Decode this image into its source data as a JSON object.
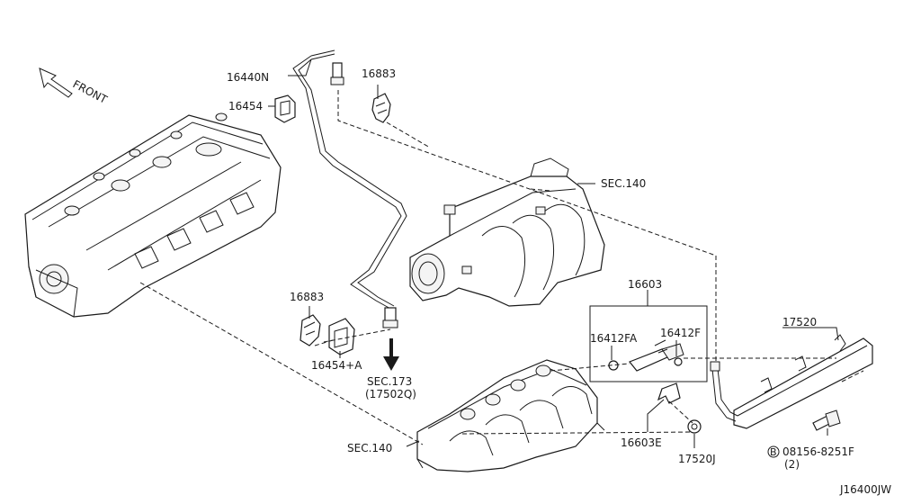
{
  "diagram": {
    "front_label": "FRONT",
    "drawing_code": "J16400JW",
    "parts": {
      "p16440n": "16440N",
      "p16454": "16454",
      "p16883_top": "16883",
      "p16883_mid": "16883",
      "p16454a": "16454+A",
      "sec140_top": "SEC.140",
      "sec140_bottom": "SEC.140",
      "sec173": "SEC.173",
      "sec173_ref": "(17502Q)",
      "p16603": "16603",
      "p16412fa": "16412FA",
      "p16412f": "16412F",
      "p16603e": "16603E",
      "p17520": "17520",
      "p17520j": "17520J",
      "bolt_marker": "B",
      "bolt_part": "08156-8251F",
      "bolt_qty": "(2)"
    }
  }
}
